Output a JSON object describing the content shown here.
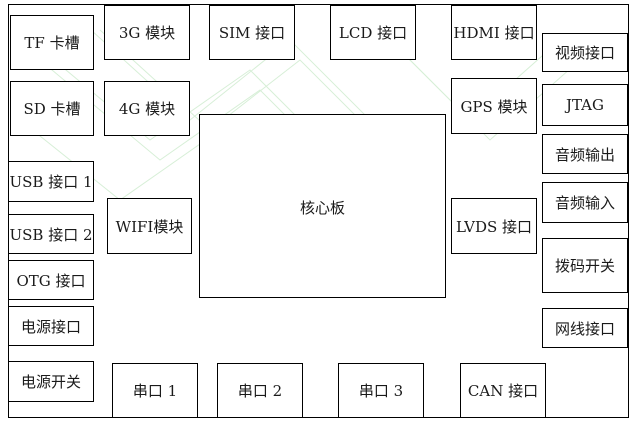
{
  "modules": {
    "tf_card": "TF 卡槽",
    "sd_card": "SD 卡槽",
    "usb1": "USB 接口 1",
    "usb2": "USB 接口 2",
    "otg": "OTG 接口",
    "power_port": "电源接口",
    "power_switch": "电源开关",
    "mod_3g": "3G 模块",
    "mod_4g": "4G 模块",
    "wifi": "WIFI模块",
    "sim": "SIM 接口",
    "lcd": "LCD 接口",
    "hdmi": "HDMI 接口",
    "gps": "GPS 模块",
    "lvds": "LVDS 接口",
    "core": "核心板",
    "video": "视频接口",
    "jtag": "JTAG",
    "audio_out": "音频输出",
    "audio_in": "音频输入",
    "dip_switch": "拨码开关",
    "ethernet": "网线接口",
    "uart1": "串口 1",
    "uart2": "串口 2",
    "uart3": "串口 3",
    "can": "CAN 接口"
  },
  "colors": {
    "border": "#000000",
    "text": "#1a1a1a",
    "watermark": "#d7efd7"
  }
}
